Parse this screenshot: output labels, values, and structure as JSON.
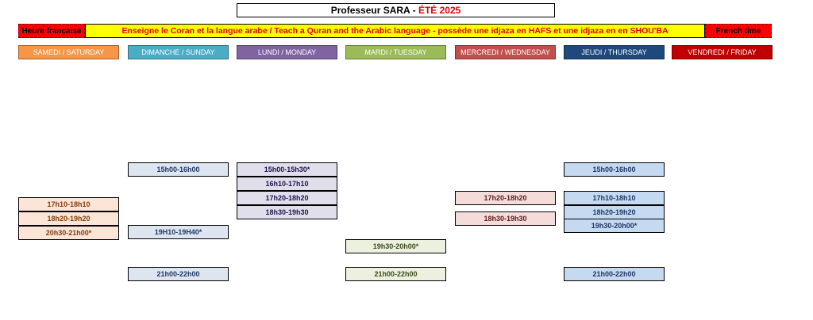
{
  "title": {
    "prefix": "Professeur SARA - ",
    "season": "ÉTÉ 2025"
  },
  "banner": {
    "left": "Heure française",
    "main": "Enseigne le Coran et la langue arabe / Teach a Quran and the Arabic language - possède une idjaza en HAFS et une idjaza en en SHOU'BA",
    "right": "French time"
  },
  "colors": {
    "saturday": "#f79646",
    "sunday": "#4bacc6",
    "monday": "#8064a2",
    "tuesday": "#9bbb59",
    "wednesday": "#c0504d",
    "thursday": "#1f497d",
    "friday": "#c00000"
  },
  "days": [
    {
      "key": "saturday",
      "label": "SAMEDI / SATURDAY",
      "slots": [
        "17h10-18h10",
        "18h20-19h20",
        "20h30-21h00*"
      ]
    },
    {
      "key": "sunday",
      "label": "DIMANCHE / SUNDAY",
      "slots": [
        "15h00-16h00",
        "19H10-19H40*",
        "21h00-22h00"
      ]
    },
    {
      "key": "monday",
      "label": "LUNDI / MONDAY",
      "slots": [
        "15h00-15h30*",
        "16h10-17h10",
        "17h20-18h20",
        "18h30-19h30"
      ]
    },
    {
      "key": "tuesday",
      "label": "MARDI / TUESDAY",
      "slots": [
        "19h30-20h00*",
        "21h00-22h00"
      ]
    },
    {
      "key": "wednesday",
      "label": "MERCREDI / WEDNESDAY",
      "slots": [
        "17h20-18h20",
        "18h30-19h30"
      ]
    },
    {
      "key": "thursday",
      "label": "JEUDI / THURSDAY",
      "slots": [
        "15h00-16h00",
        "17h10-18h10",
        "18h20-19h20",
        "19h30-20h00*",
        "21h00-22h00"
      ]
    },
    {
      "key": "friday",
      "label": "VENDREDI / FRIDAY",
      "slots": []
    }
  ]
}
